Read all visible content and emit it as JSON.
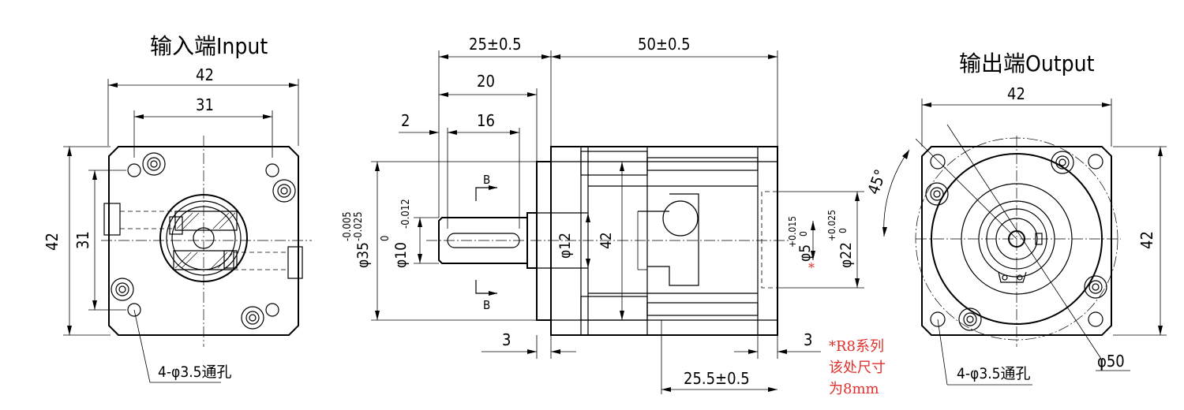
{
  "views": {
    "input": {
      "title": "输入端Input",
      "dims": {
        "width": "42",
        "bolt_spacing": "31",
        "height": "42",
        "bolt_spacing_v": "31"
      },
      "hole_note": "4-φ3.5通孔"
    },
    "side": {
      "dims": {
        "shaft_len_total": "25±0.5",
        "body_len": "50±0.5",
        "shaft_len_20": "20",
        "shaft_len_2": "2",
        "key_len": "16",
        "flange_thk_left": "3",
        "flange_thk_right": "3",
        "input_len": "25.5±0.5",
        "pilot_dia": "φ35",
        "pilot_tol_upper": "-0.005",
        "pilot_tol_lower": "-0.025",
        "shaft_dia": "φ10",
        "shaft_tol_upper": "0",
        "shaft_tol_lower": "-0.012",
        "hub_dia": "φ12",
        "body_size": "42",
        "bore_dia": "φ5",
        "bore_tol_upper": "+0.015",
        "bore_tol_lower": "0",
        "recess_dia": "φ22",
        "recess_tol_upper": "+0.025",
        "recess_tol_lower": "0",
        "section_mark": "B",
        "bore_star": "*"
      },
      "note": [
        "*R8系列",
        "该处尺寸",
        "为8mm"
      ],
      "note_color": "#e0302c"
    },
    "output": {
      "title": "输出端Output",
      "dims": {
        "width": "42",
        "height": "42",
        "angle": "45°",
        "pcd": "φ50"
      },
      "hole_note": "4-φ3.5通孔"
    }
  }
}
